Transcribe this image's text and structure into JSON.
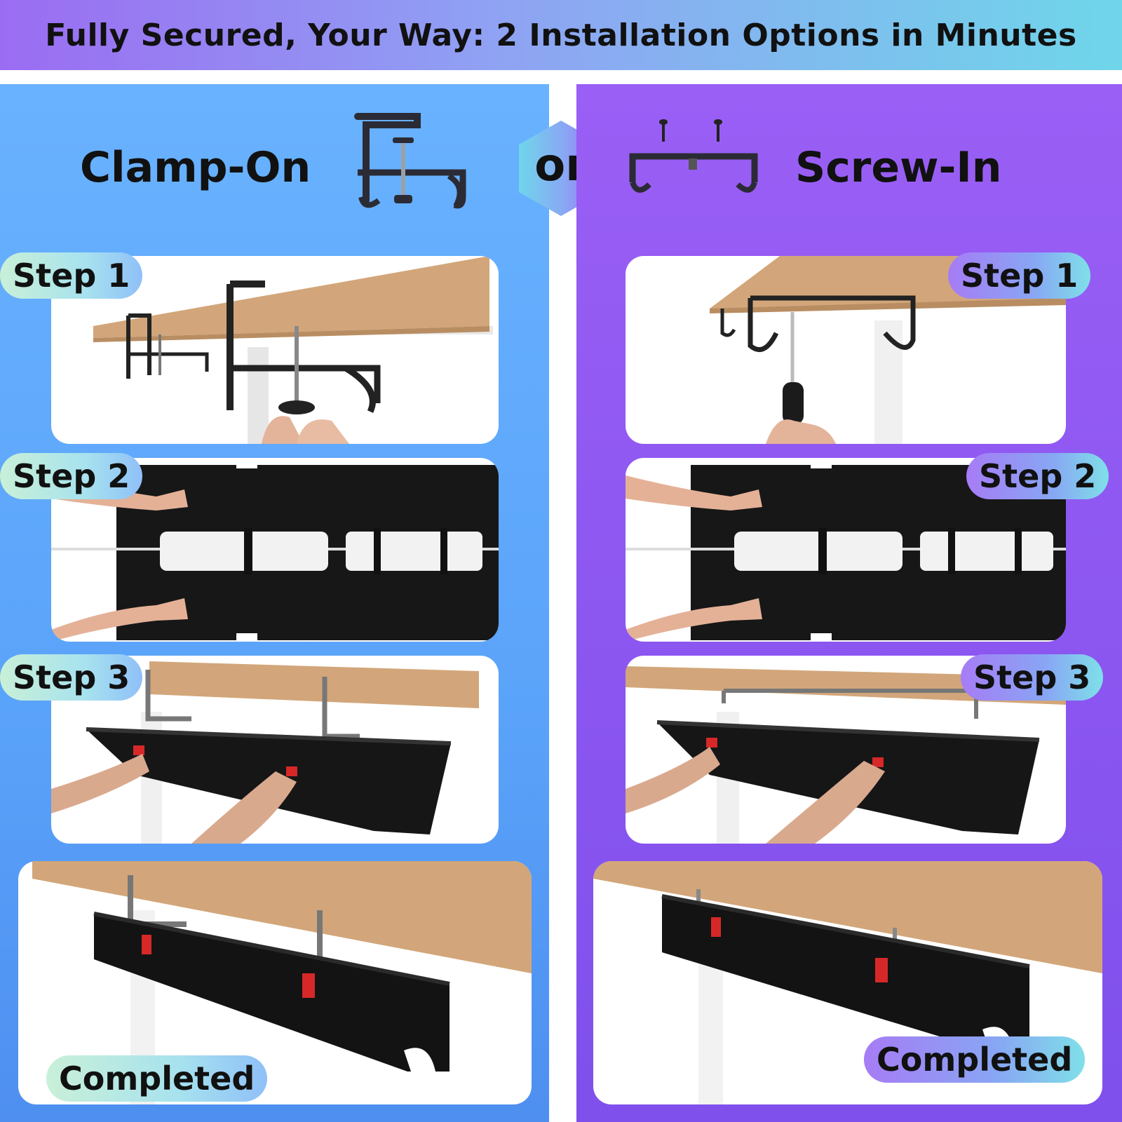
{
  "banner": {
    "title": "Fully Secured, Your Way: 2 Installation Options in Minutes"
  },
  "colors": {
    "left_panel": "#5aa3fa",
    "right_panel": "#8a55f0",
    "wood": "#d2a67a",
    "organizer": "#151515",
    "strap": "#d62828"
  },
  "options": {
    "clamp": {
      "label": "Clamp-On",
      "icon": "clamp-bracket-icon"
    },
    "separator": "or",
    "screw": {
      "label": "Screw-In",
      "icon": "screw-bracket-icon"
    }
  },
  "clamp_steps": [
    {
      "label": "Step 1"
    },
    {
      "label": "Step 2"
    },
    {
      "label": "Step 3"
    },
    {
      "label": "Completed"
    }
  ],
  "screw_steps": [
    {
      "label": "Step 1"
    },
    {
      "label": "Step 2"
    },
    {
      "label": "Step 3"
    },
    {
      "label": "Completed"
    }
  ]
}
